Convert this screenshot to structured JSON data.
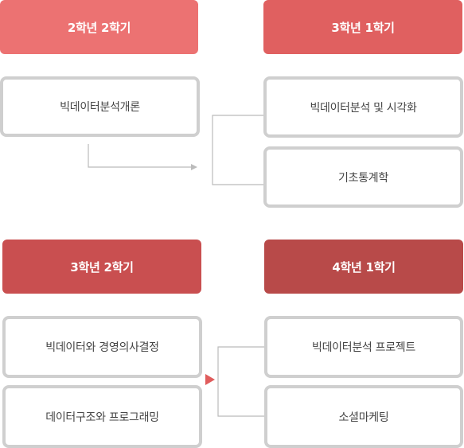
{
  "colors": {
    "sem1": "#ec7272",
    "sem2": "#e06060",
    "sem3": "#c94f50",
    "sem4": "#b84a49",
    "box_border": "#cfcfcf",
    "connector": "#bbbbbb",
    "arrow_accent": "#e05c5c"
  },
  "semesters": [
    {
      "label": "2학년 2학기",
      "courses": [
        "빅데이터분석개론"
      ]
    },
    {
      "label": "3학년 1학기",
      "courses": [
        "빅데이터분석 및 시각화",
        "기초통계학"
      ]
    },
    {
      "label": "3학년 2학기",
      "courses": [
        "빅데이터와 경영의사결정",
        "데이터구조와 프로그래밍"
      ]
    },
    {
      "label": "4학년 1학기",
      "courses": [
        "빅데이터분석 프로젝트",
        "소셜마케팅"
      ]
    }
  ]
}
